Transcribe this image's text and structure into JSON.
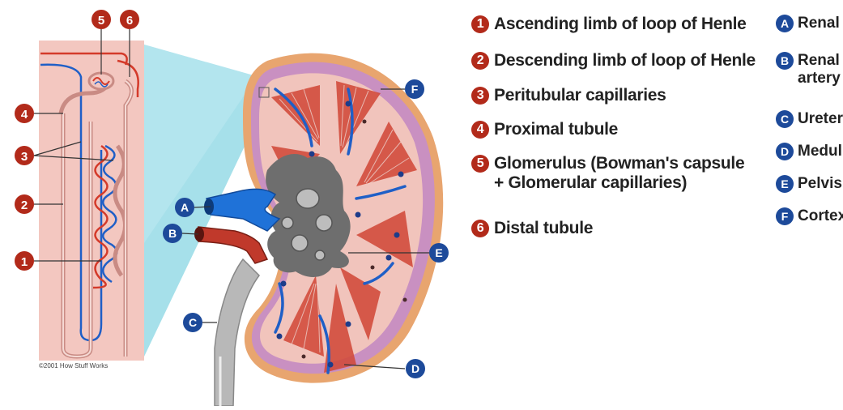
{
  "nephron_legend": [
    {
      "num": "1",
      "label": "Ascending limb of loop of Henle"
    },
    {
      "num": "2",
      "label": "Descending limb of loop of Henle"
    },
    {
      "num": "3",
      "label": "Peritubular capillaries"
    },
    {
      "num": "4",
      "label": "Proximal tubule"
    },
    {
      "num": "5",
      "label": "Glomerulus (Bowman's capsule + Glomerular capillaries)"
    },
    {
      "num": "6",
      "label": "Distal tubule"
    }
  ],
  "kidney_legend": [
    {
      "letter": "A",
      "label": "Renal"
    },
    {
      "letter": "B",
      "label": "Renal artery"
    },
    {
      "letter": "C",
      "label": "Ureter"
    },
    {
      "letter": "D",
      "label": "Medul"
    },
    {
      "letter": "E",
      "label": "Pelvis"
    },
    {
      "letter": "F",
      "label": "Cortex"
    }
  ],
  "callouts": {
    "n1": "1",
    "n2": "2",
    "n3": "3",
    "n4": "4",
    "n5": "5",
    "n6": "6",
    "A": "A",
    "B": "B",
    "C": "C",
    "D": "D",
    "E": "E",
    "F": "F"
  },
  "copyright": "©2001 How Stuff Works",
  "colors": {
    "red_badge": "#b22a1a",
    "blue_badge": "#1d4a9a",
    "panel_pink": "#f3c7c0",
    "kidney_outer": "#e8a56f",
    "cortex_purple": "#c78fc0",
    "medulla_red": "#d24a3a",
    "vessel_blue": "#1f5fc7",
    "pelvis_gray": "#6e6e6e"
  }
}
